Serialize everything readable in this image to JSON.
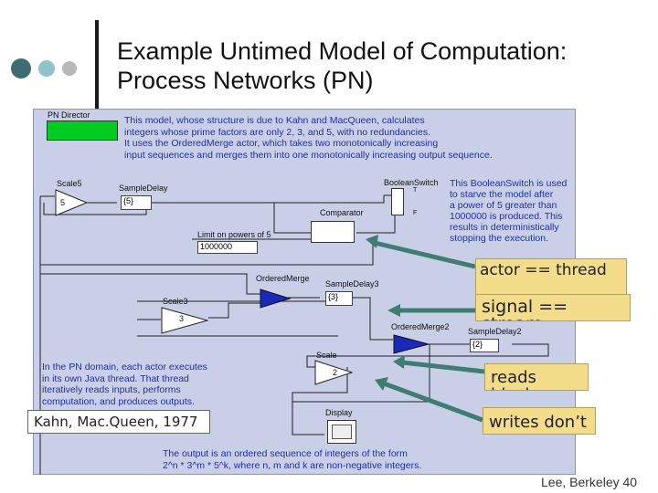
{
  "slide": {
    "title_line1": "Example Untimed Model of Computation:",
    "title_line2": "Process Networks (PN)",
    "footer": "Lee, Berkeley 40"
  },
  "model": {
    "director": "PN Director",
    "top_note": [
      "This model, whose structure is due to Kahn and MacQueen, calculates",
      "integers whose prime factors are only 2, 3, and 5, with no redundancies.",
      "It uses the OrderedMerge actor, which takes two monotonically increasing",
      "input sequences and merges them into one monotonically increasing output sequence."
    ],
    "switch_note": [
      "This BooleanSwitch is used",
      "to starve the model after",
      "a power of 5 greater than",
      "1000000 is produced. This",
      "results in deterministically",
      "stopping the execution."
    ],
    "pn_note": [
      "In the PN domain, each actor executes",
      "in its own Java thread. That thread",
      "iteratively reads inputs, performs",
      "computation, and produces outputs."
    ],
    "bottom_note": [
      "The output is an ordered sequence of integers of the form",
      "2^n * 3^m * 5^k, where n, m and k are non-negative integers."
    ],
    "actors": {
      "scale5": "Scale5",
      "scale5_value": "5",
      "sample_delay": "SampleDelay",
      "sample_delay_value": "{5}",
      "boolean_switch": "BooleanSwitch",
      "comparator": "Comparator",
      "limit_label": "Limit on powers of 5",
      "limit_value": "1000000",
      "ordered_merge": "OrderedMerge",
      "scale3": "Scale3",
      "scale3_value": "3",
      "sample_delay3": "SampleDelay3",
      "sample_delay3_value": "{3}",
      "ordered_merge2": "OrderedMerge2",
      "sample_delay2": "SampleDelay2",
      "sample_delay2_value": "{2}",
      "scale": "Scale",
      "scale_value": "2",
      "display": "Display",
      "port_t": "T",
      "port_f": "F"
    }
  },
  "callouts": {
    "actor": "actor == thread",
    "signal": "signal == stream",
    "reads": "reads block",
    "writes": "writes don’t",
    "kahn": "Kahn, Mac.Queen, 1977"
  },
  "colors": {
    "canvas": "#c8cfe6",
    "callout": "#f4dd8a",
    "arrow": "#3e7c74",
    "note_text": "#1f2fa8",
    "director": "#00cc22",
    "merge_fill": "#1a2ab8"
  }
}
